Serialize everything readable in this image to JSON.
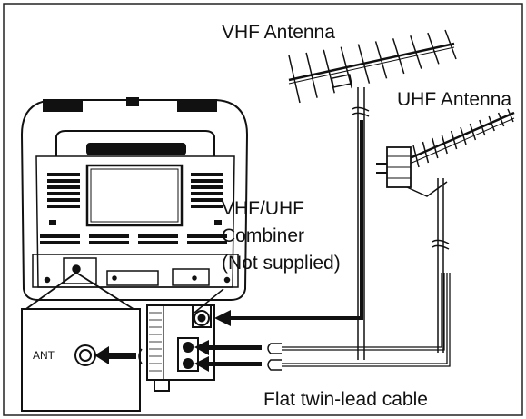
{
  "labels": {
    "vhf_antenna": "VHF Antenna",
    "uhf_antenna": "UHF Antenna",
    "combiner_line1": "VHF/UHF",
    "combiner_line2": "Combiner",
    "combiner_line3": "(Not supplied)",
    "ant_terminal": "ANT",
    "twin_lead": "Flat twin-lead cable"
  }
}
